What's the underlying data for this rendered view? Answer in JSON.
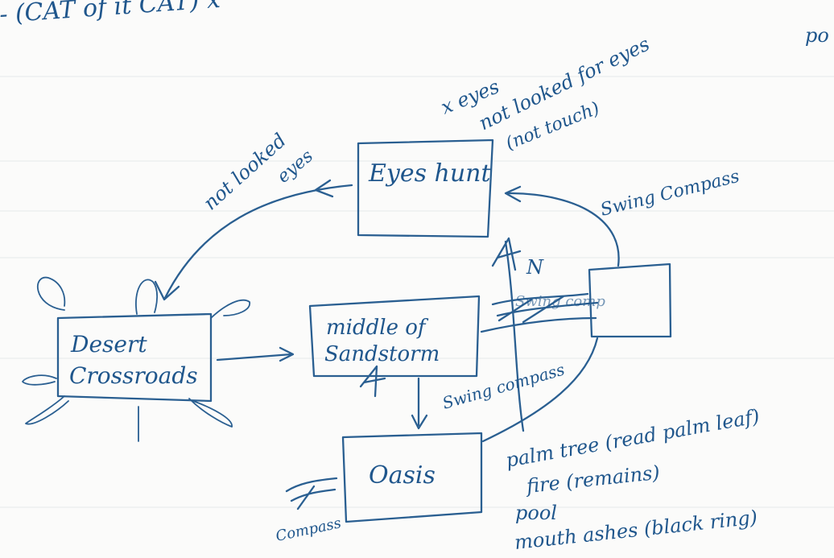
{
  "header": {
    "top_fragment": "- (CAT of it CAT) x",
    "corner_fragment": "po"
  },
  "nodes": {
    "eyes_hunt": "Eyes hunt",
    "desert_crossroads_line1": "Desert",
    "desert_crossroads_line2": "Crossroads",
    "middle_sandstorm_line1": "middle of",
    "middle_sandstorm_line2": "Sandstorm",
    "oasis": "Oasis",
    "right_box": ""
  },
  "labels": {
    "not_looked_eyes_line1": "not looked",
    "not_looked_eyes_line2": "eyes",
    "x_eyes": "x eyes",
    "not_looked_for_eyes": "not looked for eyes",
    "not_touch": "(not touch)",
    "swing_compass_top": "Swing Compass",
    "swing_compass_mid": "Swing compass",
    "n_label": "N",
    "compass_bottom": "Compass",
    "oasis_notes": [
      "palm tree (read palm leaf)",
      "fire (remains)",
      "pool",
      "mouth ashes (black ring)"
    ]
  },
  "colors": {
    "ink": "#2a5f91",
    "paper": "#fbfbfa"
  }
}
